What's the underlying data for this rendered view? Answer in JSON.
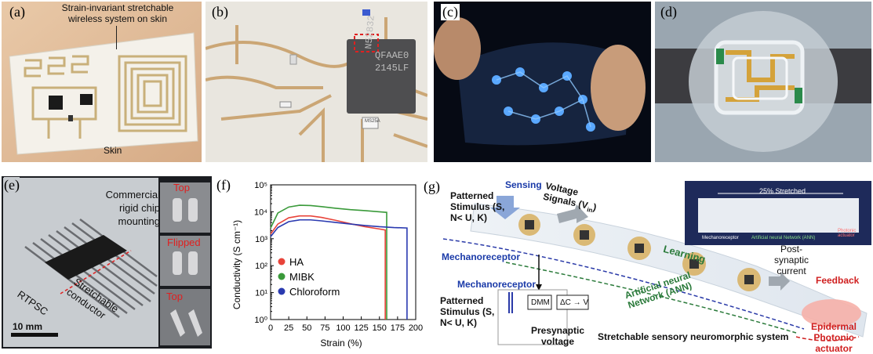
{
  "panels": {
    "a": {
      "label": "(a)",
      "callout": "Strain-invariant stretchable wireless system on skin",
      "skin": "Skin"
    },
    "b": {
      "label": "(b)",
      "chip_text": [
        "N52832",
        "QFAAE0",
        "2145LF"
      ],
      "small_chip": "MS25A"
    },
    "c": {
      "label": "(c)"
    },
    "d": {
      "label": "(d)"
    },
    "e": {
      "label": "(e)",
      "mounting": "Commercial rigid chip mounting",
      "top1": "Top",
      "flipped": "Flipped",
      "top2": "Top",
      "rtpsc": "RTPSC",
      "conductor": "Stretchable conductor",
      "scale": "10 mm"
    },
    "f": {
      "label": "(f)"
    },
    "g": {
      "label": "(g)",
      "stimulus": "Patterned Stimulus (S, N< U, K)",
      "sensing": "Sensing",
      "voltage": "Voltage Signals (V",
      "voltage_sub": "in",
      "voltage_end": ")",
      "stretched": "25% Stretched",
      "inset_mech": "Mechanoreceptor",
      "inset_ann": "Artificial neural Network (ANN)",
      "inset_photonic": "Photonic actuator",
      "mech1": "Mechanoreceptor",
      "learning": "Learning",
      "postsyn": "Post-synaptic current",
      "feedback": "Feedback",
      "mech2": "Mechanoreceptor",
      "stimulus2": "Patterned Stimulus (S, N< U, K)",
      "dmm": "DMM",
      "dc": "ΔC → V",
      "presyn": "Presynaptic voltage",
      "ann": "Artificial neural Network (ANN)",
      "system": "Stretchable sensory neuromorphic system",
      "epidermal": "Epidermal Photonic actuator"
    }
  },
  "chart_data": {
    "type": "line",
    "xlabel": "Strain (%)",
    "ylabel": "Conductivity (S cm⁻¹)",
    "xlim": [
      0,
      200
    ],
    "ylim_log10": [
      0,
      5
    ],
    "xticks": [
      "0",
      "25",
      "50",
      "75",
      "100",
      "125",
      "150",
      "175",
      "200"
    ],
    "yticks": [
      "10⁰",
      "10¹",
      "10²",
      "10³",
      "10⁴",
      "10⁵"
    ],
    "legend_position": "bottom-left",
    "series": [
      {
        "name": "HA",
        "color": "#e8443a",
        "x": [
          0,
          10,
          25,
          40,
          55,
          70,
          90,
          110,
          130,
          150,
          158,
          158
        ],
        "y": [
          1500,
          3500,
          6000,
          7000,
          7000,
          6200,
          4800,
          3600,
          2800,
          2300,
          2100,
          1
        ]
      },
      {
        "name": "MIBK",
        "color": "#3a9a3a",
        "x": [
          0,
          10,
          25,
          40,
          55,
          70,
          90,
          110,
          130,
          150,
          160,
          160
        ],
        "y": [
          2500,
          9000,
          15000,
          17500,
          17000,
          15500,
          13500,
          12000,
          11000,
          10000,
          9500,
          1
        ]
      },
      {
        "name": "Chloroform",
        "color": "#2a3ab0",
        "x": [
          0,
          10,
          25,
          40,
          55,
          70,
          90,
          110,
          130,
          150,
          170,
          188,
          188
        ],
        "y": [
          1200,
          2600,
          4300,
          5000,
          5000,
          4600,
          4000,
          3500,
          3100,
          2800,
          2600,
          2500,
          1
        ]
      }
    ]
  }
}
